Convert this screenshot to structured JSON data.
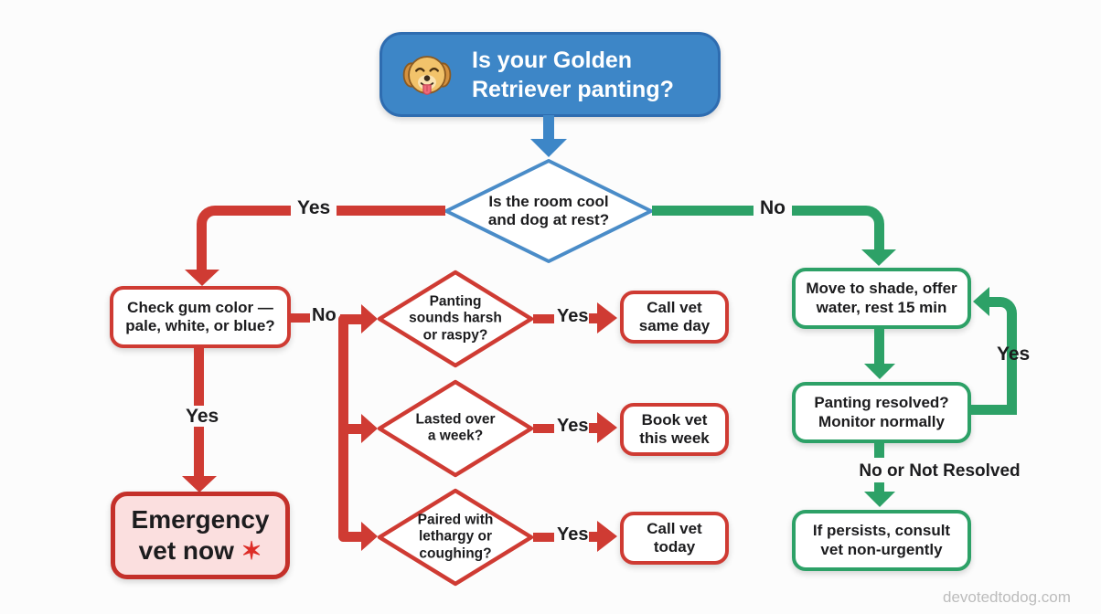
{
  "colors": {
    "red": "#cf3b33",
    "red_dark": "#c4302a",
    "pink_fill": "#fbdfdf",
    "green": "#2da167",
    "blue": "#3d86c7",
    "blue_dark": "#2e6cb0",
    "diamond_blue": "#4a8cc8",
    "text": "#1c1c1e",
    "background": "#fcfcfc",
    "watermark": "#bcbcbc"
  },
  "start": {
    "label": "Is your Golden\nRetriever panting?",
    "icon": "golden-retriever-face"
  },
  "decisions": {
    "room": {
      "label": "Is the room cool\nand dog at rest?",
      "yes_label": "Yes",
      "no_label": "No"
    },
    "harsh": {
      "label": "Panting\nsounds harsh\nor raspy?",
      "yes_label": "Yes"
    },
    "week": {
      "label": "Lasted over\na week?",
      "yes_label": "Yes"
    },
    "lethargy": {
      "label": "Paired with\nlethargy or\ncoughing?",
      "yes_label": "Yes"
    }
  },
  "red_branch": {
    "gum": {
      "label": "Check gum color —\npale, white, or blue?",
      "no_label": "No",
      "yes_label": "Yes"
    },
    "emergency": {
      "label": "Emergency\nvet now",
      "icon": "star-of-life",
      "icon_glyph": "✶"
    },
    "actions": {
      "same_day": "Call vet\nsame day",
      "this_week": "Book vet\nthis week",
      "today": "Call vet\ntoday"
    }
  },
  "green_branch": {
    "shade": "Move to shade, offer\nwater, rest 15 min",
    "resolved": "Panting resolved?\nMonitor normally",
    "persists": "If persists, consult\nvet non-urgently",
    "loop_yes_label": "Yes",
    "not_resolved_label": "No or Not Resolved"
  },
  "watermark": "devotedtodog.com"
}
